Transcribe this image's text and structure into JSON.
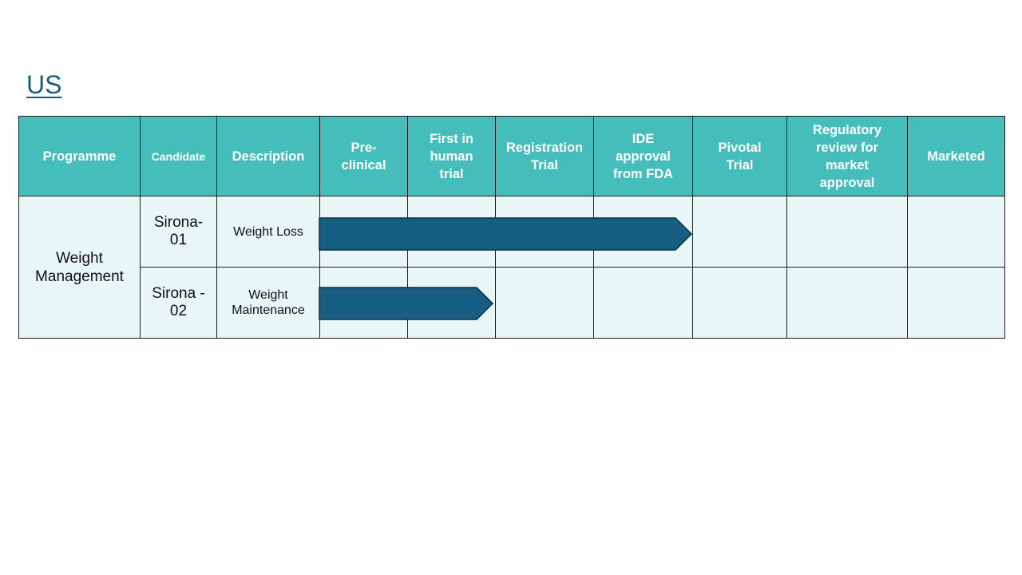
{
  "title": "US",
  "columns": [
    "Programme",
    "Candidate",
    "Description",
    "Pre-\nclinical",
    "First in\nhuman\ntrial",
    "Registration\nTrial",
    "IDE\napproval\nfrom FDA",
    "Pivotal\nTrial",
    "Regulatory\nreview for\nmarket\napproval",
    "Marketed"
  ],
  "programme": "Weight\nManagement",
  "rows": [
    {
      "candidate": "Sirona-\n01",
      "description": "Weight Loss",
      "progress_through_stage": "IDE approval from FDA"
    },
    {
      "candidate": "Sirona -\n02",
      "description": "Weight\nMaintenance",
      "progress_through_stage": "First in human trial"
    }
  ],
  "colors": {
    "header": "#45bdbb",
    "cell": "#e8f6f5",
    "bar": "#165f82",
    "title": "#1a5e7e"
  }
}
